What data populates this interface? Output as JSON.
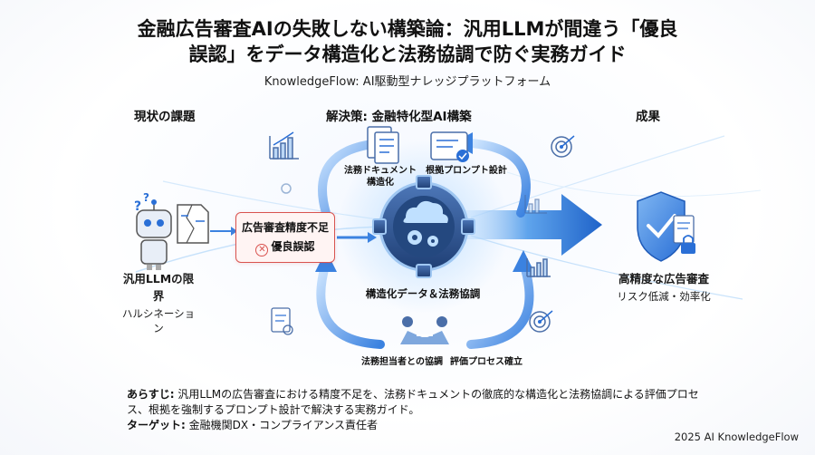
{
  "title_line1": "金融広告審査AIの失敗しない構築論：汎用LLMが間違う「優良",
  "title_line2": "誤認」をデータ構造化と法務協調で防ぐ実務ガイド",
  "subtitle": "KnowledgeFlow: AI駆動型ナレッジプラットフォーム",
  "sections": {
    "current": "現状の課題",
    "solution": "解決策: 金融特化型AI構築",
    "result": "成果"
  },
  "left": {
    "label_a": "汎用LLMの限界",
    "label_b": "ハルシネーション"
  },
  "problem": {
    "line1": "広告審査精度不足",
    "line2": "優良誤認"
  },
  "center": {
    "doc_label_1": "法務ドキュメント",
    "doc_label_2": "構造化",
    "prompt_label": "根拠プロンプト設計",
    "core_label": "構造化データ＆法務協調",
    "collab_label": "法務担当者との協調",
    "eval_label": "評価プロセス確立"
  },
  "right": {
    "label_a": "高精度な広告審査",
    "label_b": "リスク低減・効率化"
  },
  "summary": {
    "synopsis_key": "あらすじ:",
    "synopsis_text": "汎用LLMの広告審査における精度不足を、法務ドキュメントの徹底的な構造化と法務協調による評価プロセス、根拠を強制するプロンプト設計で解決する実務ガイド。",
    "target_key": "ターゲット:",
    "target_text": "金融機関DX・コンプライアンス責任者"
  },
  "credit": "2025 AI KnowledgeFlow",
  "colors": {
    "accent_blue": "#2a6fd6",
    "light_blue": "#8fc3f5",
    "problem_red": "#d9534f",
    "gear_dark": "#2c4f86"
  }
}
